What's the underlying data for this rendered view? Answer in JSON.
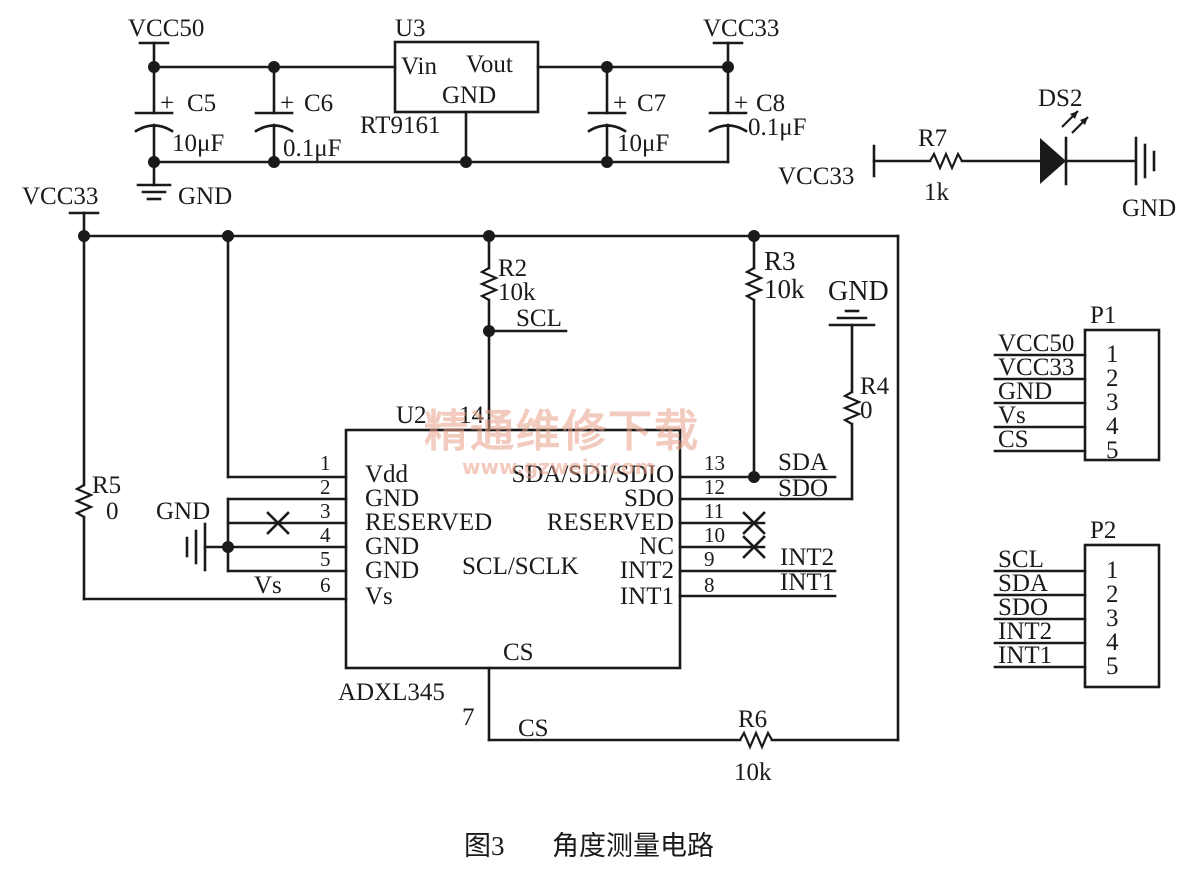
{
  "power": {
    "vcc50": "VCC50",
    "vcc33": "VCC33",
    "u3_ref": "U3",
    "u3_vin": "Vin",
    "u3_vout": "Vout",
    "u3_gnd": "GND",
    "u3_part": "RT9161",
    "c5": "C5",
    "c5_val": "10μF",
    "c6": "C6",
    "c6_val": "0.1μF",
    "c7": "C7",
    "c7_val": "10μF",
    "c8": "C8",
    "c8_val": "0.1μF",
    "gnd": "GND",
    "plus": "+"
  },
  "led": {
    "vcc33": "VCC33",
    "r7": "R7",
    "r7_val": "1k",
    "ds2": "DS2",
    "gnd": "GND"
  },
  "main": {
    "vcc33": "VCC33",
    "r2": "R2",
    "r2_val": "10k",
    "r3": "R3",
    "r3_val": "10k",
    "r4": "R4",
    "r4_val": "0",
    "r5": "R5",
    "r5_val": "0",
    "r6": "R6",
    "r6_val": "10k",
    "scl": "SCL",
    "gnd_top": "GND",
    "gnd_left": "GND",
    "vs": "Vs",
    "cs": "CS",
    "sda": "SDA",
    "sdo": "SDO",
    "int2": "INT2",
    "int1": "INT1",
    "pin7": "7",
    "pin14": "14"
  },
  "chip": {
    "ref": "U2",
    "part": "ADXL345",
    "left_pins": [
      {
        "num": "1",
        "name": "Vdd"
      },
      {
        "num": "2",
        "name": "GND"
      },
      {
        "num": "3",
        "name": "RESERVED"
      },
      {
        "num": "4",
        "name": "GND"
      },
      {
        "num": "5",
        "name": "GND"
      },
      {
        "num": "6",
        "name": "Vs"
      }
    ],
    "right_pins": [
      {
        "num": "13",
        "name": "SDA/SDI/SDIO"
      },
      {
        "num": "12",
        "name": "SDO"
      },
      {
        "num": "11",
        "name": "RESERVED"
      },
      {
        "num": "10",
        "name": "NC"
      },
      {
        "num": "9",
        "name": "INT2"
      },
      {
        "num": "8",
        "name": "INT1"
      }
    ],
    "scl_label": "SCL/SCLK",
    "cs_label": "CS"
  },
  "p1": {
    "ref": "P1",
    "pins": [
      {
        "num": "1",
        "net": "VCC50"
      },
      {
        "num": "2",
        "net": "VCC33"
      },
      {
        "num": "3",
        "net": "GND"
      },
      {
        "num": "4",
        "net": "Vs"
      },
      {
        "num": "5",
        "net": "CS"
      }
    ]
  },
  "p2": {
    "ref": "P2",
    "pins": [
      {
        "num": "1",
        "net": "SCL"
      },
      {
        "num": "2",
        "net": "SDA"
      },
      {
        "num": "3",
        "net": "SDO"
      },
      {
        "num": "4",
        "net": "INT2"
      },
      {
        "num": "5",
        "net": "INT1"
      }
    ]
  },
  "watermark": {
    "text": "精通维修下载",
    "url": "www.gzweix.com"
  },
  "caption": {
    "fig": "图3",
    "title": "角度测量电路"
  }
}
